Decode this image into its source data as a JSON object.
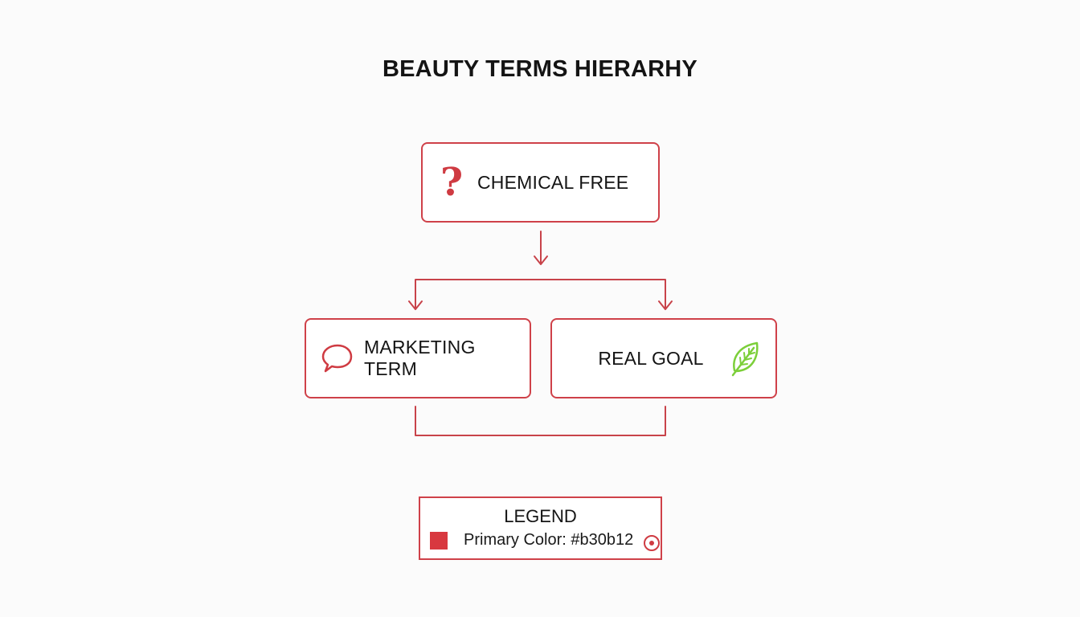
{
  "title": "BEAUTY TERMS HIERARHY",
  "nodes": {
    "top": {
      "label": "CHEMICAL FREE",
      "icon": "question-mark-icon"
    },
    "left": {
      "label": "MARKETING TERM",
      "icon": "speech-bubble-icon"
    },
    "right": {
      "label": "REAL GOAL",
      "icon": "leaf-icon"
    }
  },
  "legend": {
    "title": "LEGEND",
    "text": "Primary Color: #b30b12",
    "swatch_icon": "color-swatch-icon",
    "marker_icon": "target-icon"
  },
  "colors": {
    "primary": "#b30b12",
    "outline": "#cf4149",
    "leaf": "#7ccf3a"
  }
}
